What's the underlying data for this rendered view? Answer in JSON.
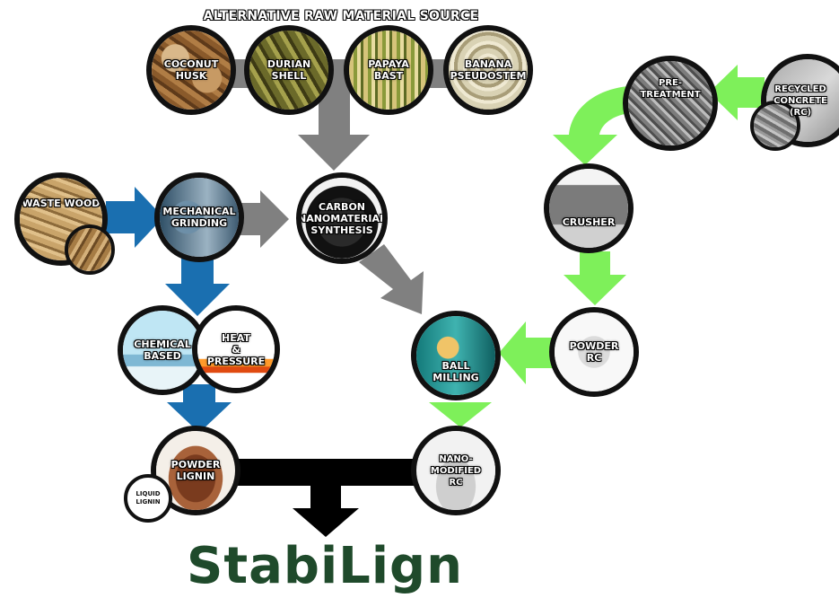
{
  "source_title": "ALTERNATIVE RAW MATERIAL SOURCE",
  "nodes": {
    "coconut_husk": "COCONUT\nHUSK",
    "durian_shell": "DURIAN\nSHELL",
    "papaya_bast": "PAPAYA\nBAST",
    "banana_pseudostem": "BANANA\nPSEUDOSTEM",
    "waste_wood": "WASTE WOOD",
    "mechanical_grinding": "MECHANICAL\nGRINDING",
    "carbon_nanomaterial_synthesis": "CARBON\nNANOMATERIAL\nSYNTHESIS",
    "chemical_based": "CHEMICAL\nBASED",
    "heat_pressure": "HEAT\n&\nPRESSURE",
    "powder_lignin": "POWDER\nLIGNIN",
    "liquid_lignin": "LIQUID\nLIGNIN",
    "ball_milling": "BALL\nMILLING",
    "nano_modified_rc": "NANO-MODIFIED\nRC",
    "recycled_concrete": "RECYCLED\nCONCRETE\n(RC)",
    "pre_treatment": "PRE-TREATMENT",
    "crusher": "CRUSHER",
    "powder_rc": "POWDER\nRC"
  },
  "brand": "StabiLign",
  "colors": {
    "gray_arrow": "#808080",
    "blue_arrow": "#1a6fb0",
    "green_arrow": "#7ef05a",
    "black_connector": "#000000",
    "brand_text": "#1f4a2b"
  }
}
